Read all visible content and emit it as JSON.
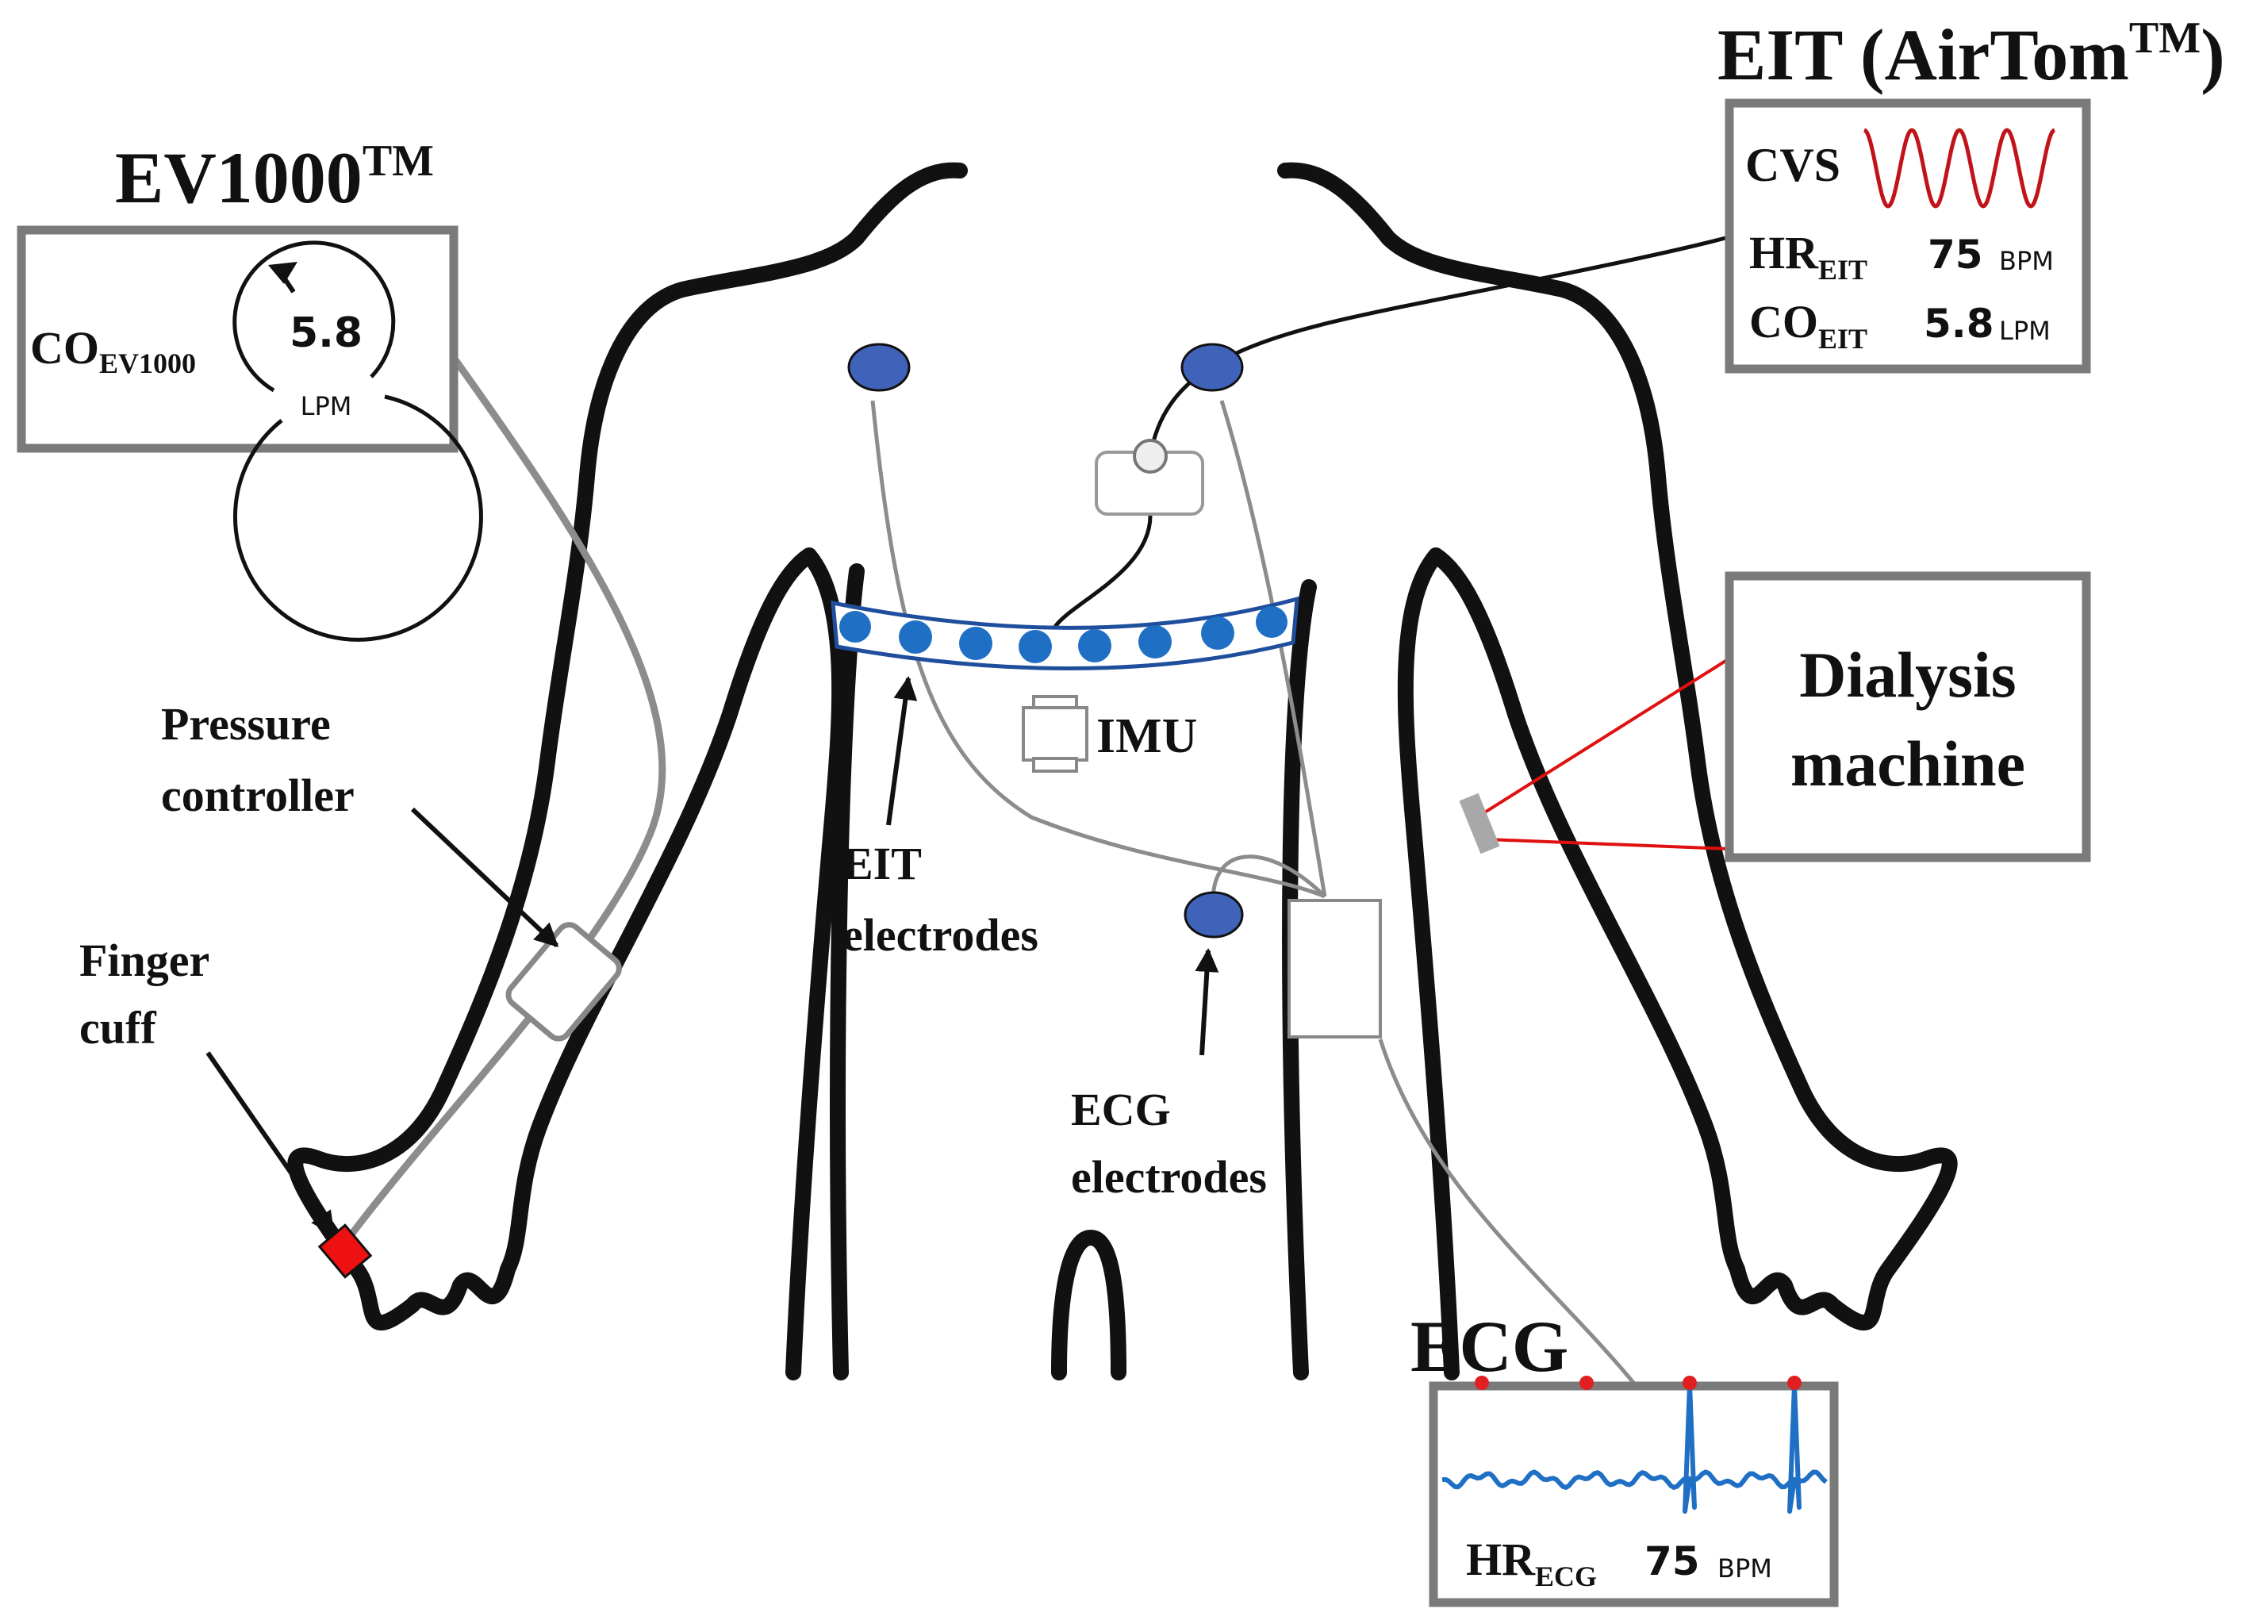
{
  "labels": {
    "ev1000_title": "EV1000",
    "tm": "TM",
    "eit_title_a": "EIT (AirTom",
    "eit_title_b": ")",
    "ecg_title": "ECG",
    "pressure_controller_1": "Pressure",
    "pressure_controller_2": "controller",
    "finger_cuff_1": "Finger",
    "finger_cuff_2": "cuff",
    "eit_electrodes_1": "EIT",
    "eit_electrodes_2": "electrodes",
    "ecg_electrodes_1": "ECG",
    "ecg_electrodes_2": "electrodes",
    "imu": "IMU",
    "dialysis_1": "Dialysis",
    "dialysis_2": "machine"
  },
  "ev1000": {
    "co_label": "CO",
    "co_sub": "EV1000",
    "value": "5.8",
    "unit": "LPM"
  },
  "eit_monitor": {
    "cvs_label": "CVS",
    "hr_label": "HR",
    "hr_sub": "EIT",
    "hr_value": "75",
    "hr_unit": "BPM",
    "co_label": "CO",
    "co_sub": "EIT",
    "co_value": "5.8",
    "co_unit": "LPM"
  },
  "ecg_monitor": {
    "hr_label": "HR",
    "hr_sub": "ECG",
    "hr_value": "75",
    "hr_unit": "BPM"
  },
  "colors": {
    "outline": "#111111",
    "monitor_border": "#7a7a7a",
    "electrode_fill": "#3f63b8",
    "belt_electrode": "#1f6fc4",
    "cvs_wave": "#c0141a",
    "ecg_wave": "#1f6fc4",
    "ecg_peak": "#e02020",
    "dialysis_line": "#e01010",
    "finger_cuff": "#ee1111",
    "cable_gray": "#8c8c8c"
  }
}
